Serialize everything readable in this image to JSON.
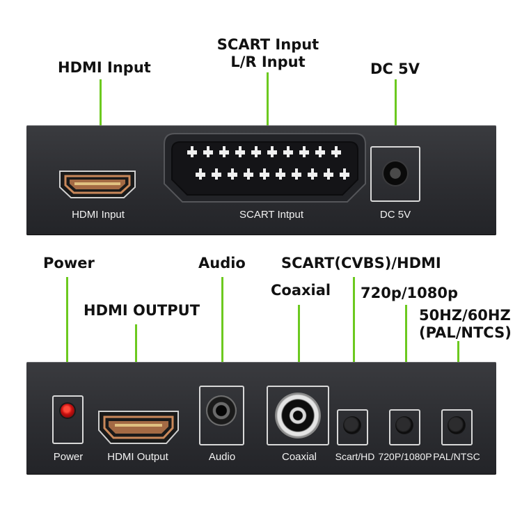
{
  "top_callouts": {
    "hdmi_input": "HDMI Input",
    "scart_input_line1": "SCART Input",
    "scart_input_line2": "L/R Input",
    "dc_5v": "DC 5V"
  },
  "top_panel_labels": {
    "hdmi_input": "HDMI Input",
    "scart_input": "SCART Intput",
    "dc_5v": "DC 5V"
  },
  "bottom_callouts": {
    "power": "Power",
    "hdmi_output": "HDMI OUTPUT",
    "audio": "Audio",
    "coaxial": "Coaxial",
    "scart_cvbs_hdmi": "SCART(CVBS)/HDMI",
    "res_720_1080": "720p/1080p",
    "hz_line1": "50HZ/60HZ",
    "hz_line2": "(PAL/NTCS)"
  },
  "bottom_panel_labels": {
    "power": "Power",
    "hdmi_output": "HDMI Output",
    "audio": "Audio",
    "coaxial": "Coaxial",
    "scart_hd": "Scart/HD",
    "res": "720P/1080P",
    "pal_ntsc": "PAL/NTSC"
  },
  "colors": {
    "leader_green": "#6cc91f",
    "panel_dark": "#2c2d31",
    "hdmi_gold": "#c9885a",
    "power_led_red": "#d01010"
  }
}
